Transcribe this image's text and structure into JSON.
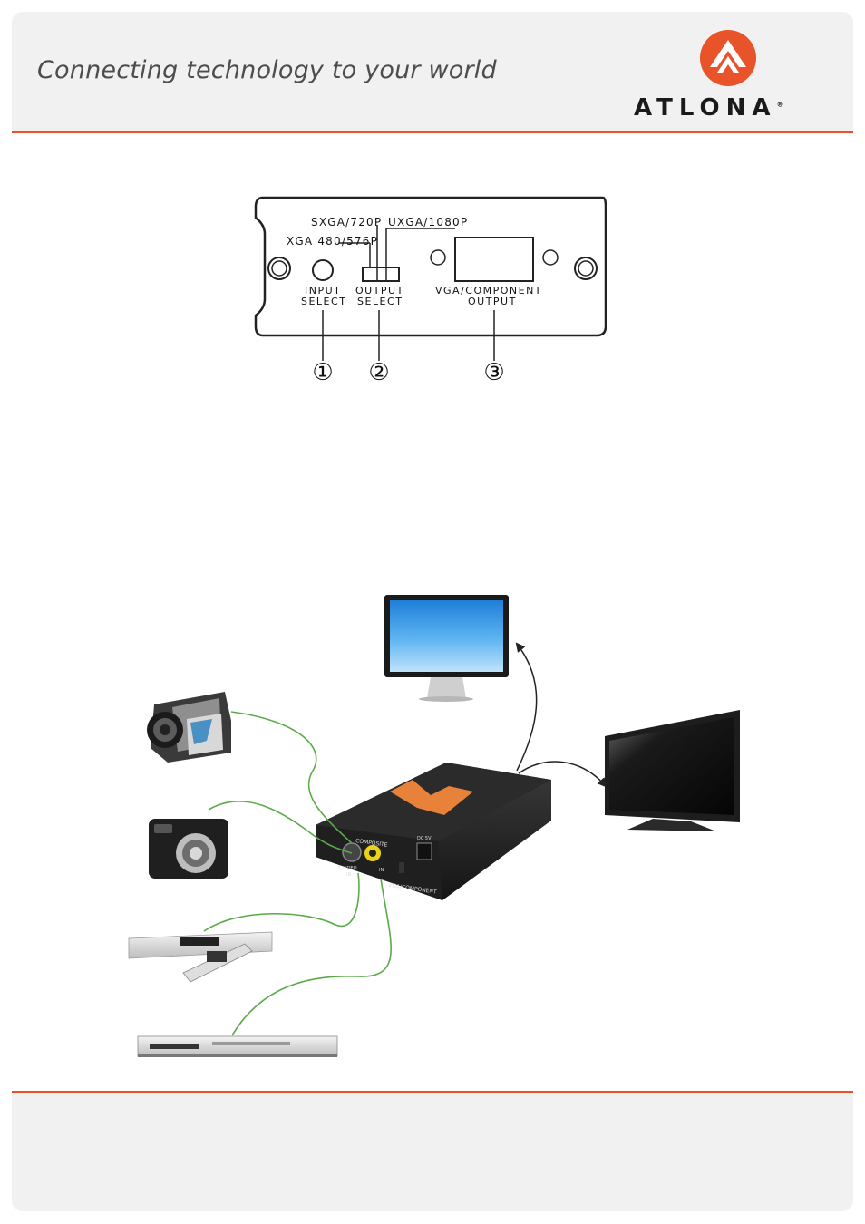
{
  "header": {
    "tagline": "Connecting technology to your world",
    "brand": "ATLONA",
    "brand_mark": "®",
    "accent_color": "#e8532a"
  },
  "panel": {
    "labels": {
      "sxga": "SXGA/720P",
      "uxga": "UXGA/1080P",
      "xga": "XGA 480/576P",
      "input_select_1": "INPUT",
      "input_select_2": "SELECT",
      "output_select_1": "OUTPUT",
      "output_select_2": "SELECT",
      "vga_output_1": "VGA/COMPONENT",
      "vga_output_2": "OUTPUT"
    },
    "callouts": [
      "①",
      "②",
      "③"
    ]
  },
  "device": {
    "composite_label": "COMPOSITE",
    "svideo_label": "S-VIDEO",
    "svideo_in": "IN",
    "composite_in": "IN",
    "dc_label": "DC 5V",
    "vga_component": "VGA/COMPONENT"
  },
  "icons": [
    "atlona-logo-icon",
    "camcorder-icon",
    "digital-camera-icon",
    "dvd-player-with-remote-icon",
    "dvd-player-icon",
    "computer-monitor-icon",
    "flat-tv-icon",
    "converter-box-icon"
  ],
  "colors": {
    "cable": "#5aaa4a",
    "arrow": "#222222",
    "screen_blue": "#3a9ee8"
  }
}
